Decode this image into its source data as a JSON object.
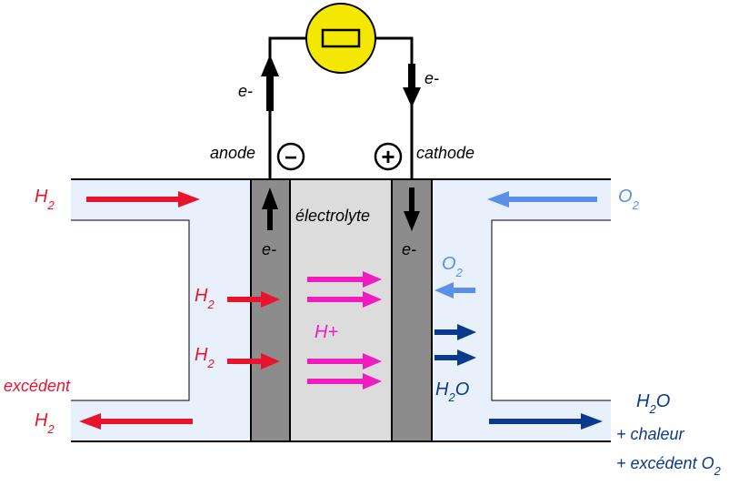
{
  "diagram": {
    "anode_label": "anode",
    "cathode_label": "cathode",
    "electrolyte_label": "électrolyte",
    "electron_label": "e-",
    "proton_label": "H+",
    "minus_sign": "−",
    "plus_sign": "+",
    "hydrogen": {
      "main": "H",
      "sub": "2"
    },
    "oxygen": {
      "main": "O",
      "sub": "2"
    },
    "water": {
      "main": "H",
      "sub": "2",
      "tail": "O"
    },
    "excess_label": "excédent",
    "heat_label": "+ chaleur",
    "excess_oxygen_prefix": "+ excédent O",
    "excess_oxygen_sub": "2"
  },
  "colors": {
    "hydrogen": "#e8142e",
    "oxygen_in": "#5b8fe8",
    "water_out": "#0b3a8c",
    "proton": "#f01cc0",
    "electrode": "#8c8c8c",
    "electrolyte": "#dcdcdc",
    "channel": "#e8f1fb",
    "lamp": "#f5e800"
  }
}
